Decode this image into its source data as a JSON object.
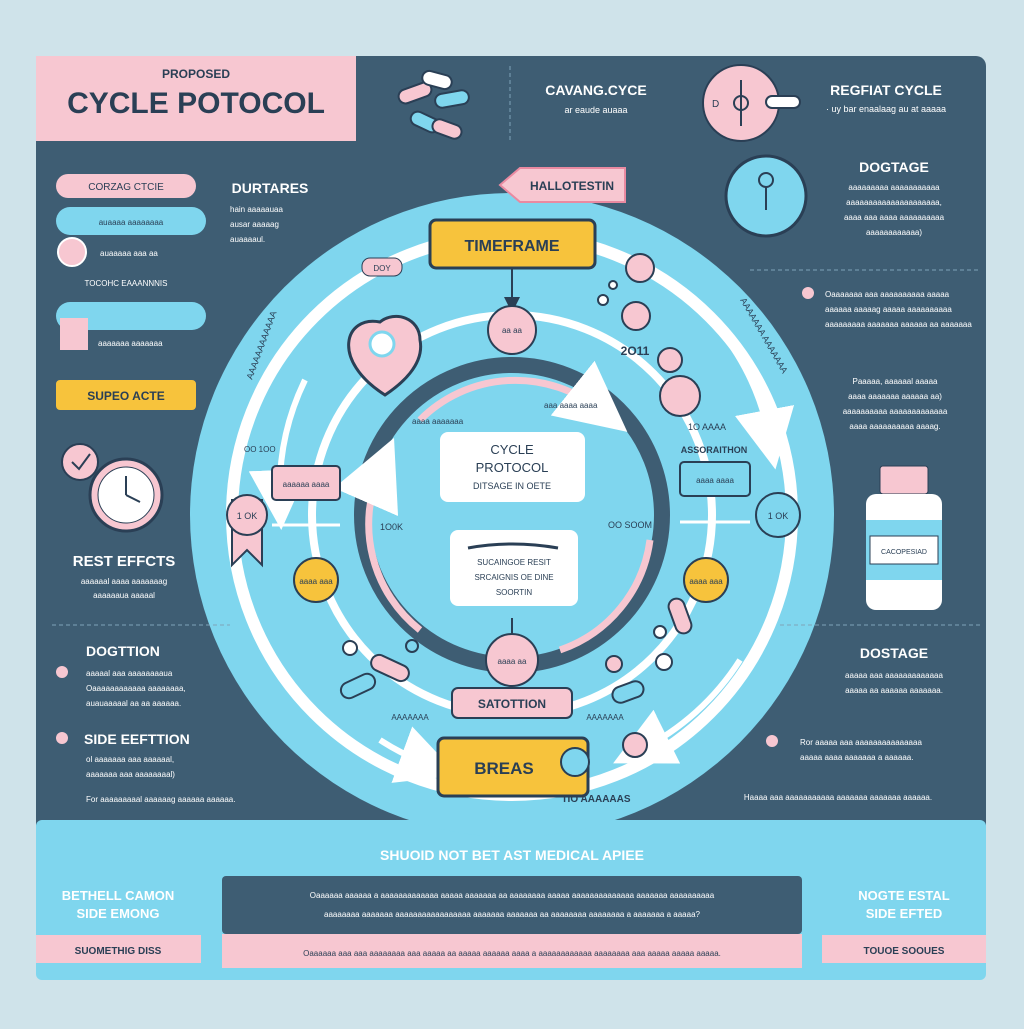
{
  "colors": {
    "background": "#cfe3ea",
    "panel": "#3e5d73",
    "sky": "#7fd6ee",
    "pink": "#f7c7d1",
    "pink_deep": "#e98aa1",
    "yellow": "#f7c33c",
    "white": "#ffffff",
    "navy": "#2a3f55"
  },
  "header": {
    "kicker": "PROPOSED",
    "title": "CYCLE POTOCOL",
    "center_title": "CAVANG.CYCE",
    "center_sub": "ar eaude auaaa",
    "right_title": "REGFIAT CYCLE",
    "right_sub": "· uy bar enaalaag au at aaaaa"
  },
  "left": {
    "chip1": "CORZAG CTCIE",
    "durtares_title": "DURTARES",
    "durtares_text": [
      "hain aaaaauaa",
      "ausar aaaaag",
      "auaaaaul."
    ],
    "chip2": "auaaaa aaaaaaaa",
    "chip3_text": "auaaaaa aaa aa",
    "chip4": "TOCOHC EAAANNNIS",
    "chip5_text": "aaaaaaa aaaaaaa",
    "supplement": "SUPEO ACTE",
    "rest_title": "REST EFFCTS",
    "rest_text": [
      "aaaaaal aaaa aaaaaaag",
      "aaaaaaua aaaaal"
    ],
    "dogtition_title": "DOGTTION",
    "dogtition_text": [
      "aaaaal aaa aaaaaaaaua",
      "Oaaaaaaaaaaaa aaaaaaaa,",
      "auauaaaaal aa aa aaaaaa."
    ],
    "side_title": "SIDE EEFTTION",
    "side_text": [
      "ol aaaaaaa aaa aaaaaal,",
      "aaaaaaa aaa aaaaaaaal)"
    ],
    "side_note": "For aaaaaaaaal aaaaaag aaaaaa aaaaaa."
  },
  "right": {
    "dogtage_title": "DOGTAGE",
    "dogtage_text": [
      "aaaaaaaaa aaaaaaaaaaa",
      "aaaaaaaaaaaaaaaaaaaaa,",
      "aaaa aaa aaaa aaaaaaaaaa",
      "aaaaaaaaaaaa)"
    ],
    "bullet1": [
      "Oaaaaaaa aaa aaaaaaaaaa aaaaa",
      "aaaaaa aaaaag aaaaa aaaaaaaaaa",
      "aaaaaaaaa aaaaaaa aaaaaa aa aaaaaaa"
    ],
    "para": [
      "Paaaaa, aaaaaal aaaaa",
      "aaaa aaaaaaa aaaaaa aa)",
      "aaaaaaaaaa aaaaaaaaaaaaa",
      "aaaa aaaaaaaaaa aaaag."
    ],
    "vial_label": "CACOPESIAD",
    "dostage_title": "DOSTAGE",
    "dostage_text": [
      "aaaaa aaa aaaaaaaaaaaaa",
      "aaaaa aa aaaaaa aaaaaaa."
    ],
    "bullet2": [
      "Ror aaaaa aaa aaaaaaaaaaaaaaa",
      "aaaaa aaaa aaaaaaa a aaaaaa."
    ],
    "note": "Haaaa aaa aaaaaaaaaaa aaaaaaa aaaaaaa aaaaaa."
  },
  "wheel": {
    "top_label": "HALLOTESTIN",
    "timeframe": "TIMEFRAME",
    "center_title_1": "CYCLE",
    "center_title_2": "PROTOCOL",
    "center_sub": "DITSAGE IN OETE",
    "center_box": [
      "SUCAINGOE RESIT",
      "SRCAIGNIS OE DINE",
      "SOORTIN"
    ],
    "bottom_label": "SATOTTION",
    "breaks": "BREAS",
    "year": "2O11",
    "left_badge": "1 OK",
    "right_badge": "1 OK",
    "left_card": "aaaaaa aaaa",
    "right_card": "aaaa aaaa",
    "right_card_title": "ASSORAITHON",
    "left_coin": "aaaa aaa",
    "right_coin": "aaaa aaa",
    "dot_label": "DOY",
    "outer_left": "AAAAAAAAAAAA",
    "outer_right": "AAAAAAA AAAAAAA",
    "small_top_right": "1O AAAA",
    "small_bottom_left": "1O0K",
    "tiny_left": "OO 1OO",
    "tiny_right": "OO SOOM",
    "inner_arc_left": "aaaa aaaaaaa",
    "inner_arc_right": "aaa aaaa aaaa",
    "bottom_arc": "TIO AAAAAAS",
    "chip_bottom_left": "AAAAAAA",
    "chip_bottom_right": "AAAAAAA",
    "rate_left": "aaaa aa",
    "coin_center": "aa aa"
  },
  "footer": {
    "warning": "SHUOID NOT BET AST MEDICAL APIEE",
    "left_title": [
      "BETHELL CAMON",
      "SIDE EMONG"
    ],
    "left_chip": "SUOMETHIG DISS",
    "center_text": [
      "Oaaaaaa aaaaaa a aaaaaaaaaaaaa aaaaa aaaaaaa aa aaaaaaaa aaaaa aaaaaaaaaaaaaa aaaaaaa aaaaaaaaaa",
      "aaaaaaaa aaaaaaa aaaaaaaaaaaaaaaaa aaaaaaa aaaaaaa aa aaaaaaaa aaaaaaaa a aaaaaaa a aaaaa?"
    ],
    "center_note": "Oaaaaaa aaa aaa aaaaaaaa aaa aaaaa aa aaaaa aaaaaa aaaa a aaaaaaaaaaaa aaaaaaaa aaa aaaaa aaaaa aaaaa.",
    "right_title": [
      "NOGTE ESTAL",
      "SIDE EFTED"
    ],
    "right_chip": "TOUOE SOOUES"
  }
}
